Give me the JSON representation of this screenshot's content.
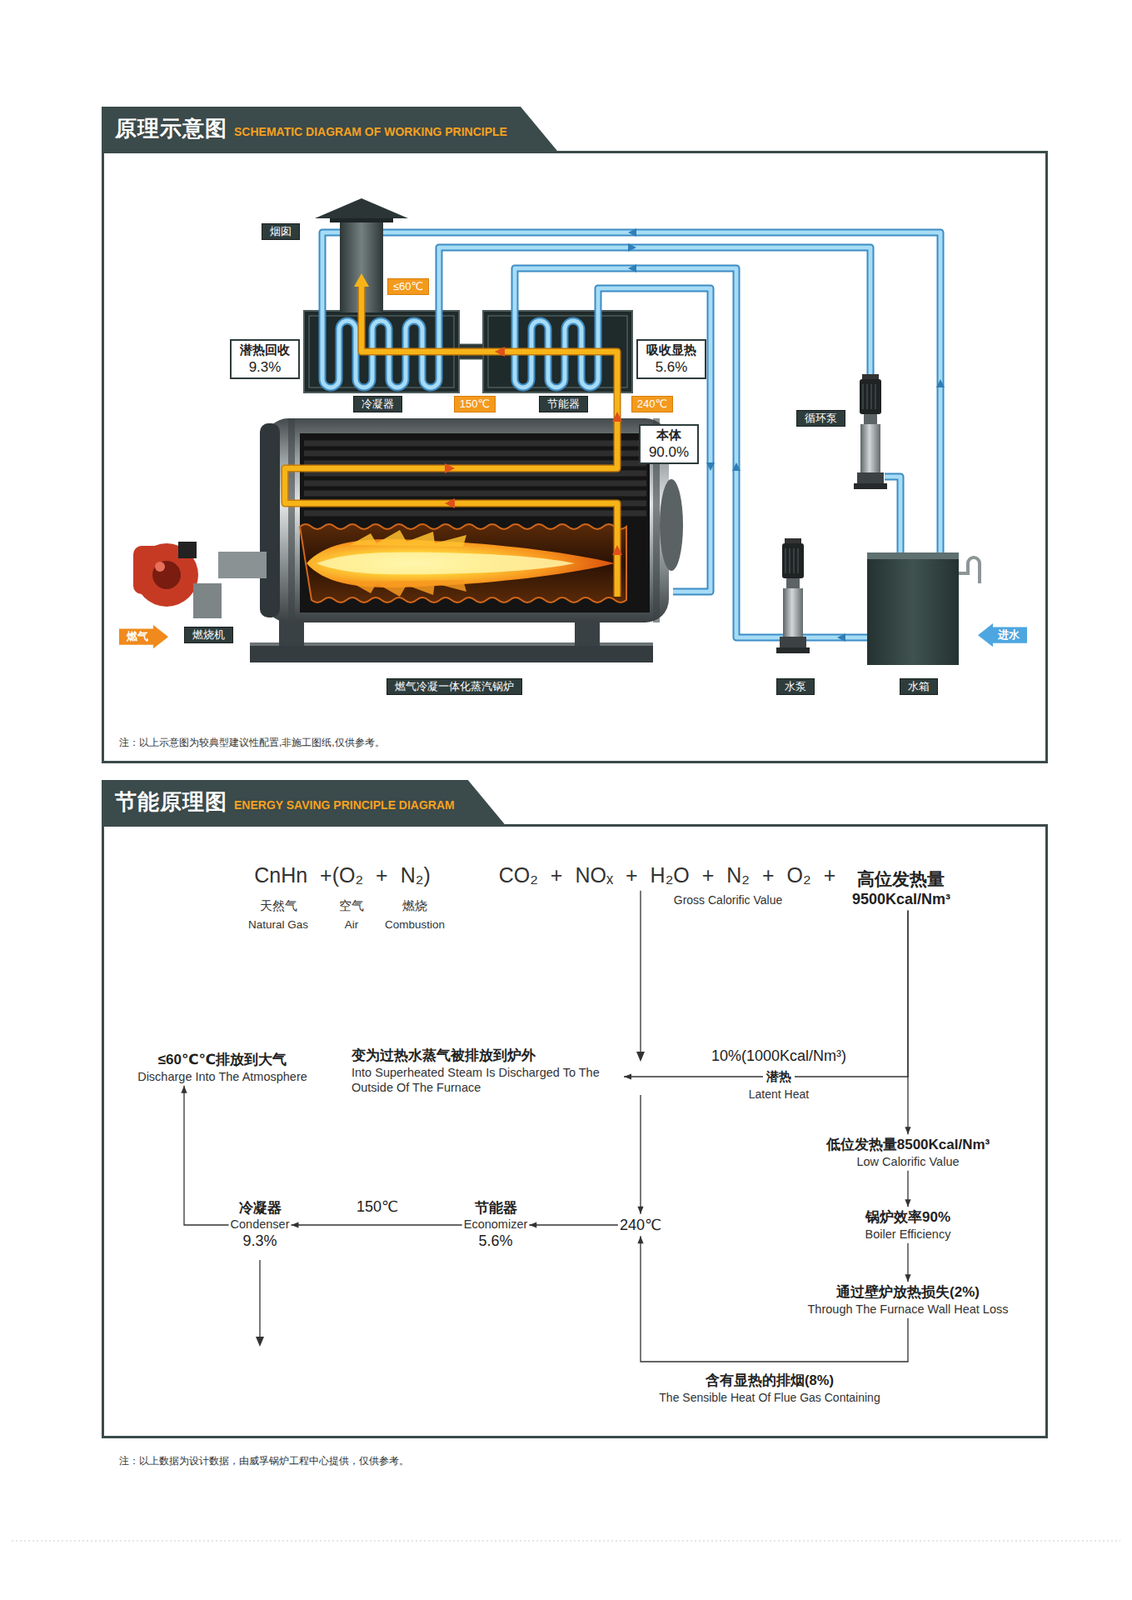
{
  "diagram": {
    "nodes": [
      {
        "text": [
          "原理示意图",
          "SCHEMATIC DIAGRAM OF WORKING PRINCIPLE"
        ]
      },
      {
        "text": [
          "烟囱"
        ],
        "in": 0
      },
      {
        "text": [
          "≤60℃"
        ],
        "in": 0
      },
      {
        "text": [
          "潜热回收",
          "9.3%"
        ],
        "in": 0
      },
      {
        "text": [
          "吸收显热",
          "5.6%"
        ],
        "in": 0
      },
      {
        "text": [
          "冷凝器"
        ],
        "in": 0
      },
      {
        "text": [
          "150℃"
        ],
        "in": 0
      },
      {
        "text": [
          "节能器"
        ],
        "in": 0
      },
      {
        "text": [
          "240℃"
        ],
        "in": 0
      },
      {
        "text": [
          "本体",
          "90.0%"
        ],
        "in": 0
      },
      {
        "text": [
          "循环泵"
        ],
        "in": 0
      },
      {
        "text": [
          "燃气"
        ],
        "in": 0
      },
      {
        "text": [
          "燃烧机"
        ],
        "in": 0
      },
      {
        "text": [
          "燃气冷凝一体化蒸汽锅炉"
        ],
        "in": 0
      },
      {
        "text": [
          "水泵"
        ],
        "in": 0
      },
      {
        "text": [
          "水箱"
        ],
        "in": 0
      },
      {
        "text": [
          "进水"
        ],
        "in": 0
      },
      {
        "text": [
          "节能原理图",
          "ENERGY SAVING PRINCIPLE DIAGRAM"
        ]
      },
      {
        "text": [
          "CnHn +(O₂ + N₂)"
        ],
        "in": 17
      },
      {
        "text": [
          "CO₂ + NOₓ + H₂O + N₂ + O₂ +"
        ],
        "in": 17
      },
      {
        "text": [
          "高位发热量",
          "9500Kcal/Nm³"
        ],
        "in": 17
      },
      {
        "text": [
          "≤60℃℃排放到大气",
          "Discharge Into The Atmosphere"
        ],
        "in": 17
      },
      {
        "text": [
          "变为过热水蒸气被排放到炉外",
          "Into Superheated Steam Is Discharged To The Outside Of The Furnace"
        ],
        "in": 17
      },
      {
        "text": [
          "低位发热量8500Kcal/Nm³",
          "Low Calorific Value"
        ],
        "in": 17
      },
      {
        "text": [
          "锅炉效率90%",
          "Boiler Efficiency"
        ],
        "in": 17
      },
      {
        "text": [
          "通过壁炉放热损失(2%)",
          "Through The Furnace Wall Heat Loss"
        ],
        "in": 17
      },
      {
        "text": [
          "冷凝器",
          "Condenser",
          "9.3%"
        ],
        "in": 17
      },
      {
        "text": [
          "节能器",
          "Economizer",
          "5.6%"
        ],
        "in": 17
      },
      {
        "text": [
          "240℃"
        ],
        "in": 17
      }
    ],
    "edges": [
      {
        "from": 20,
        "to": 23,
        "arrow": "to"
      },
      {
        "from": 20,
        "to": 22,
        "arrow": "to",
        "label": "10%(1000Kcal/Nm³)"
      },
      {
        "from": 19,
        "to": 28,
        "arrow": "to"
      },
      {
        "from": 28,
        "to": 27,
        "arrow": "to"
      },
      {
        "from": 27,
        "to": 26,
        "arrow": "to",
        "label": "150℃"
      },
      {
        "from": 26,
        "to": 21,
        "arrow": "to"
      },
      {
        "from": 23,
        "to": 24,
        "arrow": "to"
      },
      {
        "from": 24,
        "to": 25,
        "arrow": "to"
      },
      {
        "from": 25,
        "to": 28,
        "arrow": "to",
        "label": "含有显热的排烟(8%)"
      }
    ],
    "labels": [
      "注：以上示意图为较典型建议性配置,非施工图纸,仅供参考。",
      "天然气",
      "Natural Gas",
      "空气",
      "Air",
      "燃烧",
      "Combustion",
      "Gross Calorific Value",
      "潜热",
      "Latent Heat",
      "The Sensible Heat Of Flue Gas Containing",
      "注：以上数据为设计数据，由威孚锅炉工程中心提供，仅供参考。"
    ]
  }
}
